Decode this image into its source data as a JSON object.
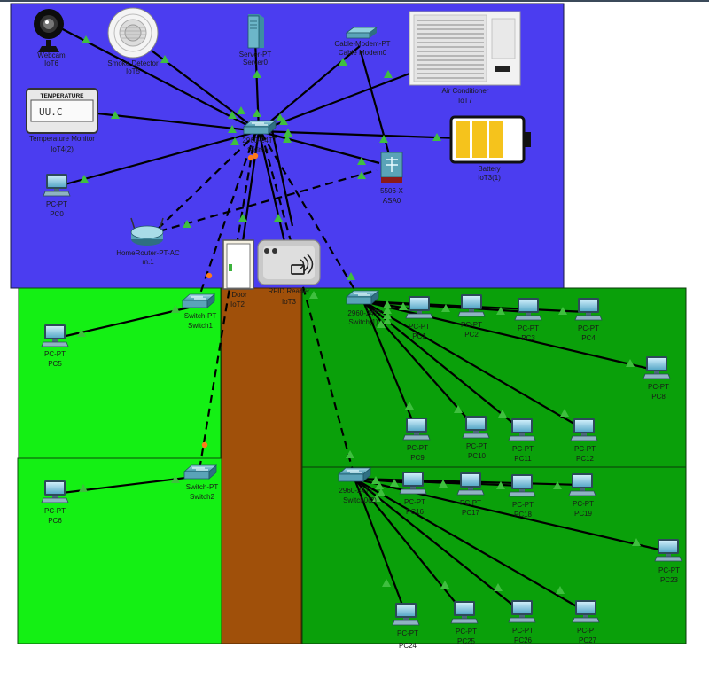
{
  "colors": {
    "iot_zone": "#4b3df0",
    "left_zone": "#14f014",
    "right_zone": "#0aa00a",
    "corridor": "#a0500a",
    "link_ok": "#3fbf3f",
    "link_pending": "#ff7a1a"
  },
  "devices": {
    "webcam": {
      "l1": "Webcam",
      "l2": "IoT6"
    },
    "smoke": {
      "l1": "Smoke Detector",
      "l2": "IoT5"
    },
    "server": {
      "l1": "Server-PT",
      "l2": "Server0"
    },
    "modem": {
      "l1": "Cable-Modem-PT",
      "l2": "Cable Modem0"
    },
    "aircon": {
      "l1": "Air Conditioner",
      "l2": "IoT7"
    },
    "tempmon": {
      "l1": "Temperature Monitor",
      "l2": "IoT4(2)",
      "screen_title": "TEMPERATURE",
      "screen_value": "UU.C"
    },
    "switch_iot": {
      "l1": "2960-24TT",
      "l2": "Switch0"
    },
    "battery": {
      "l1": "Battery",
      "l2": "IoT3(1)"
    },
    "asa": {
      "l1": "5506-X",
      "l2": "ASA0"
    },
    "pc0": {
      "l1": "PC-PT",
      "l2": "PC0"
    },
    "router": {
      "l1": "HomeRouter-PT-AC",
      "l2": "m.1"
    },
    "door": {
      "l1": "Door",
      "l2": "IoT2"
    },
    "rfid": {
      "l1": "RFID Reader",
      "l2": "IoT3"
    },
    "switch1": {
      "l1": "Switch-PT",
      "l2": "Switch1"
    },
    "pc5": {
      "l1": "PC-PT",
      "l2": "PC5"
    },
    "switch2": {
      "l1": "Switch-PT",
      "l2": "Switch2"
    },
    "pc6": {
      "l1": "PC-PT",
      "l2": "PC6"
    },
    "switch_a": {
      "l1": "2960-24TT",
      "l2": "Switch(1)"
    },
    "switch_b": {
      "l1": "2960-24TT",
      "l2": "Switch0(2)"
    }
  },
  "pcs_a": [
    {
      "l1": "PC-PT",
      "l2": "PC1"
    },
    {
      "l1": "PC-PT",
      "l2": "PC2"
    },
    {
      "l1": "PC-PT",
      "l2": "PC3"
    },
    {
      "l1": "PC-PT",
      "l2": "PC4"
    },
    {
      "l1": "PC-PT",
      "l2": "PC8"
    },
    {
      "l1": "PC-PT",
      "l2": "PC9"
    },
    {
      "l1": "PC-PT",
      "l2": "PC10"
    },
    {
      "l1": "PC-PT",
      "l2": "PC11"
    },
    {
      "l1": "PC-PT",
      "l2": "PC12"
    }
  ],
  "pcs_b": [
    {
      "l1": "PC-PT",
      "l2": "PC16"
    },
    {
      "l1": "PC-PT",
      "l2": "PC17"
    },
    {
      "l1": "PC-PT",
      "l2": "PC18"
    },
    {
      "l1": "PC-PT",
      "l2": "PC19"
    },
    {
      "l1": "PC-PT",
      "l2": "PC23"
    },
    {
      "l1": "PC-PT",
      "l2": "PC24"
    },
    {
      "l1": "PC-PT",
      "l2": "PC25"
    },
    {
      "l1": "PC-PT",
      "l2": "PC26"
    },
    {
      "l1": "PC-PT",
      "l2": "PC27"
    }
  ]
}
